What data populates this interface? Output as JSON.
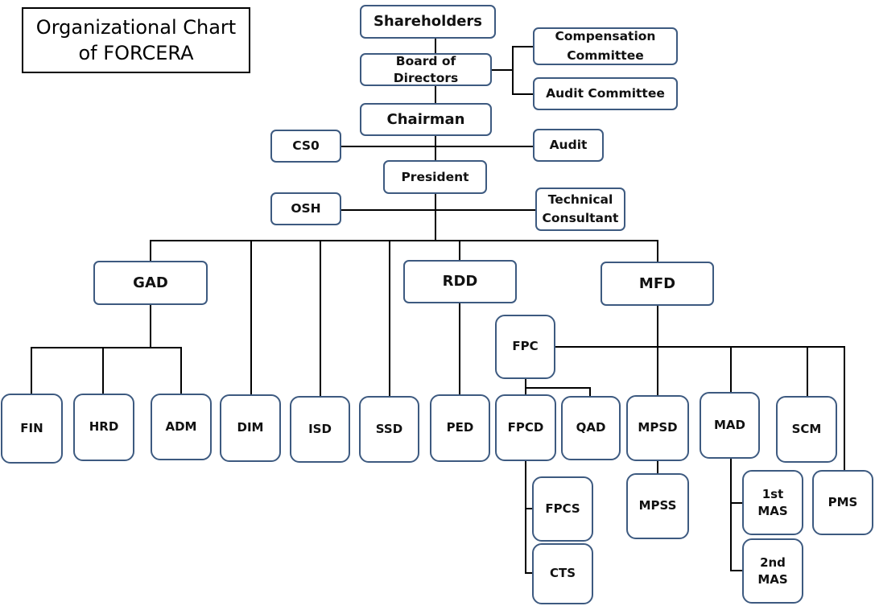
{
  "title": {
    "line1": "Organizational Chart",
    "line2": "of FORCERA"
  },
  "nodes": {
    "shareholders": "Shareholders",
    "board": "Board of Directors",
    "compensation_line1": "Compensation",
    "compensation_line2": "Committee",
    "audit_committee": "Audit Committee",
    "chairman": "Chairman",
    "cso": "CS0",
    "audit": "Audit",
    "president": "President",
    "osh": "OSH",
    "tech_line1": "Technical",
    "tech_line2": "Consultant",
    "gad": "GAD",
    "rdd": "RDD",
    "mfd": "MFD",
    "fpc": "FPC",
    "fin": "FIN",
    "hrd": "HRD",
    "adm": "ADM",
    "dim": "DIM",
    "isd": "ISD",
    "ssd": "SSD",
    "ped": "PED",
    "fpcd": "FPCD",
    "qad": "QAD",
    "mpsd": "MPSD",
    "mad": "MAD",
    "scm": "SCM",
    "fpcs": "FPCS",
    "cts": "CTS",
    "mpss": "MPSS",
    "mas1_line1": "1st",
    "mas1_line2": "MAS",
    "mas2_line1": "2nd",
    "mas2_line2": "MAS",
    "pms": "PMS"
  },
  "colors": {
    "box_border": "#3d5a80",
    "line": "#000000"
  }
}
